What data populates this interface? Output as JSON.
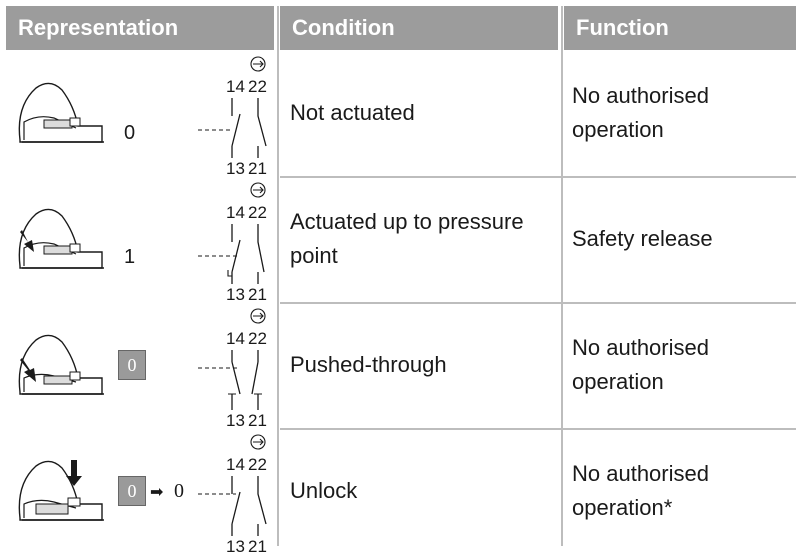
{
  "headers": {
    "representation": "Representation",
    "condition": "Condition",
    "function": "Function"
  },
  "terminals": {
    "t14": "14",
    "t22": "22",
    "t13": "13",
    "t21": "21"
  },
  "rows": [
    {
      "position": "0",
      "condition": "Not actuated",
      "function": "No authorised operation"
    },
    {
      "position": "1",
      "condition": "Actuated up to pressure point",
      "function": "Safety release"
    },
    {
      "position_box": "0",
      "condition": "Pushed-through",
      "function": "No authorised operation"
    },
    {
      "position_box": "0",
      "position_after": "0",
      "condition": "Unlock",
      "function": "No authorised operation*"
    }
  ],
  "colors": {
    "header_bg": "#9c9c9c",
    "grid": "#bdbdbd",
    "box_fill": "#9a9a9a"
  }
}
